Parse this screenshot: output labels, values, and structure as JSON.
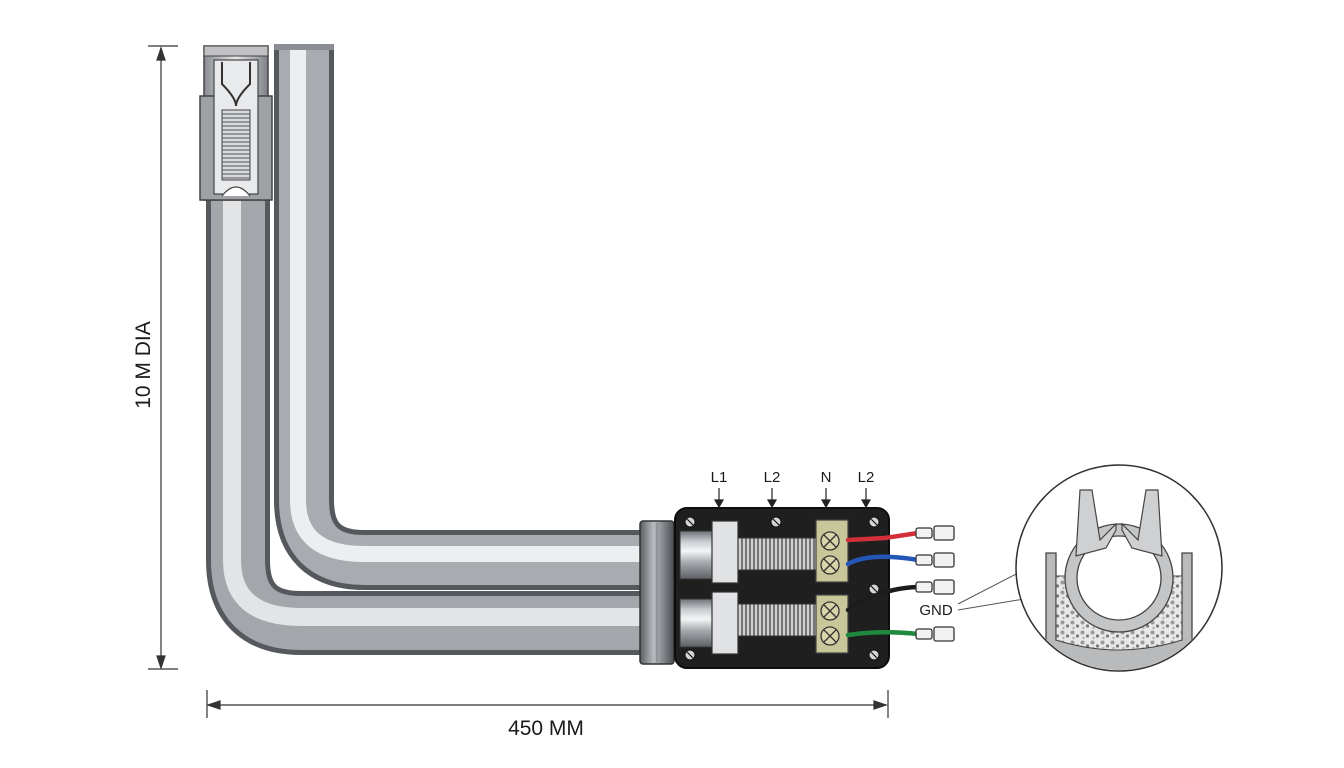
{
  "dimensions": {
    "height_label": "10 M DIA",
    "length_label": "450 MM"
  },
  "terminals": {
    "labels": [
      "L1",
      "L2",
      "N",
      "L2"
    ],
    "ground_label": "GND"
  },
  "wires": [
    {
      "color": "#d32f3a"
    },
    {
      "color": "#2456b8"
    },
    {
      "color": "#1c1c1c"
    },
    {
      "color": "#1f8a3e"
    }
  ],
  "colors": {
    "pipe": "#a9acb0",
    "box": "#1f1f1f",
    "terminal_block": "#c9c79a",
    "line": "#333333"
  }
}
